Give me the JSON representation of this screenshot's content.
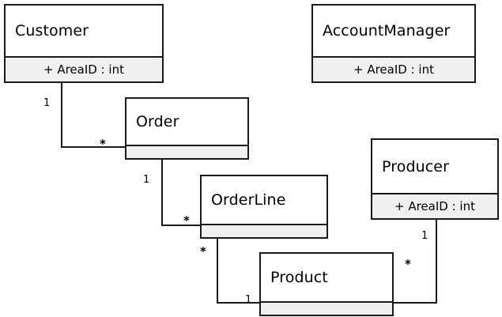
{
  "diagram": {
    "type": "uml-class-diagram",
    "classes": [
      {
        "id": "customer",
        "name": "Customer",
        "attributes": [
          "+ AreaID : int"
        ],
        "has_attributes": true
      },
      {
        "id": "account-manager",
        "name": "AccountManager",
        "attributes": [
          "+ AreaID : int"
        ],
        "has_attributes": true
      },
      {
        "id": "order",
        "name": "Order",
        "attributes": [],
        "has_attributes": false
      },
      {
        "id": "order-line",
        "name": "OrderLine",
        "attributes": [],
        "has_attributes": false
      },
      {
        "id": "product",
        "name": "Product",
        "attributes": [],
        "has_attributes": false
      },
      {
        "id": "producer",
        "name": "Producer",
        "attributes": [
          "+ AreaID : int"
        ],
        "has_attributes": true
      }
    ],
    "associations": [
      {
        "id": "customer-order",
        "from": "Customer",
        "to": "Order",
        "from_multiplicity": "1",
        "to_multiplicity": "*"
      },
      {
        "id": "order-orderline",
        "from": "Order",
        "to": "OrderLine",
        "from_multiplicity": "1",
        "to_multiplicity": "*"
      },
      {
        "id": "orderline-product",
        "from": "OrderLine",
        "to": "Product",
        "from_multiplicity": "*",
        "to_multiplicity": "1"
      },
      {
        "id": "product-producer",
        "from": "Product",
        "to": "Producer",
        "from_multiplicity": "*",
        "to_multiplicity": "1"
      }
    ],
    "colors": {
      "line": "#1a1a1a",
      "attribute_fill": "#f0f0f0",
      "body_fill": "#ffffff",
      "text": "#000000"
    }
  }
}
